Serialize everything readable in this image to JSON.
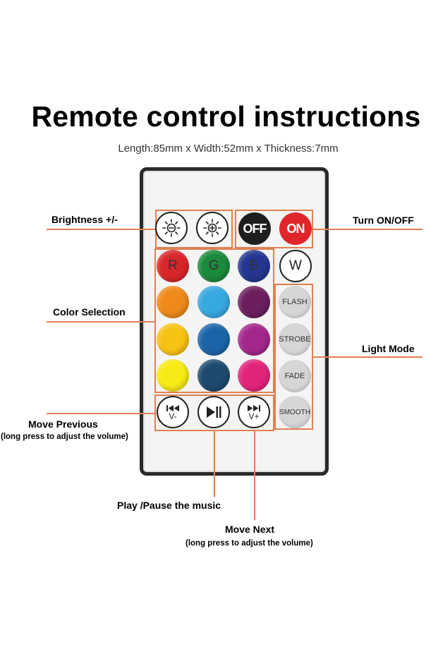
{
  "title": "Remote control instructions",
  "dimensions": "Length:85mm x Width:52mm x Thickness:7mm",
  "buttons": {
    "off": "OFF",
    "on": "ON",
    "r": "R",
    "g": "G",
    "b": "B",
    "w": "W",
    "flash": "FLASH",
    "strobe": "STROBE",
    "fade": "FADE",
    "smooth": "SMOOTH",
    "prev_label": "V-",
    "next_label": "V+"
  },
  "labels": {
    "brightness": "Brightness +/-",
    "turn_on_off": "Turn ON/OFF",
    "color_selection": "Color Selection",
    "light_mode": "Light Mode",
    "move_previous": "Move Previous",
    "move_previous_note": "(long press to adjust the volume)",
    "play_pause": "Play /Pause the music",
    "move_next": "Move Next",
    "move_next_note": "(long press to adjust the volume)"
  },
  "colors": {
    "accent_line": "#e08050",
    "red": "#d8262b",
    "green": "#1b8a3c",
    "blue": "#24368f",
    "orange": "#ef8a1a",
    "sky": "#38a8e0",
    "purple": "#6b1f5e",
    "yellow": "#f6c314",
    "mid_blue": "#1c64a8",
    "magenta": "#a4278c",
    "lemon": "#f8ea14",
    "navy": "#1d4a6e",
    "pink": "#e0247a"
  },
  "icons": [
    "sun-minus-icon",
    "sun-plus-icon",
    "previous-track-icon",
    "play-pause-icon",
    "next-track-icon"
  ]
}
